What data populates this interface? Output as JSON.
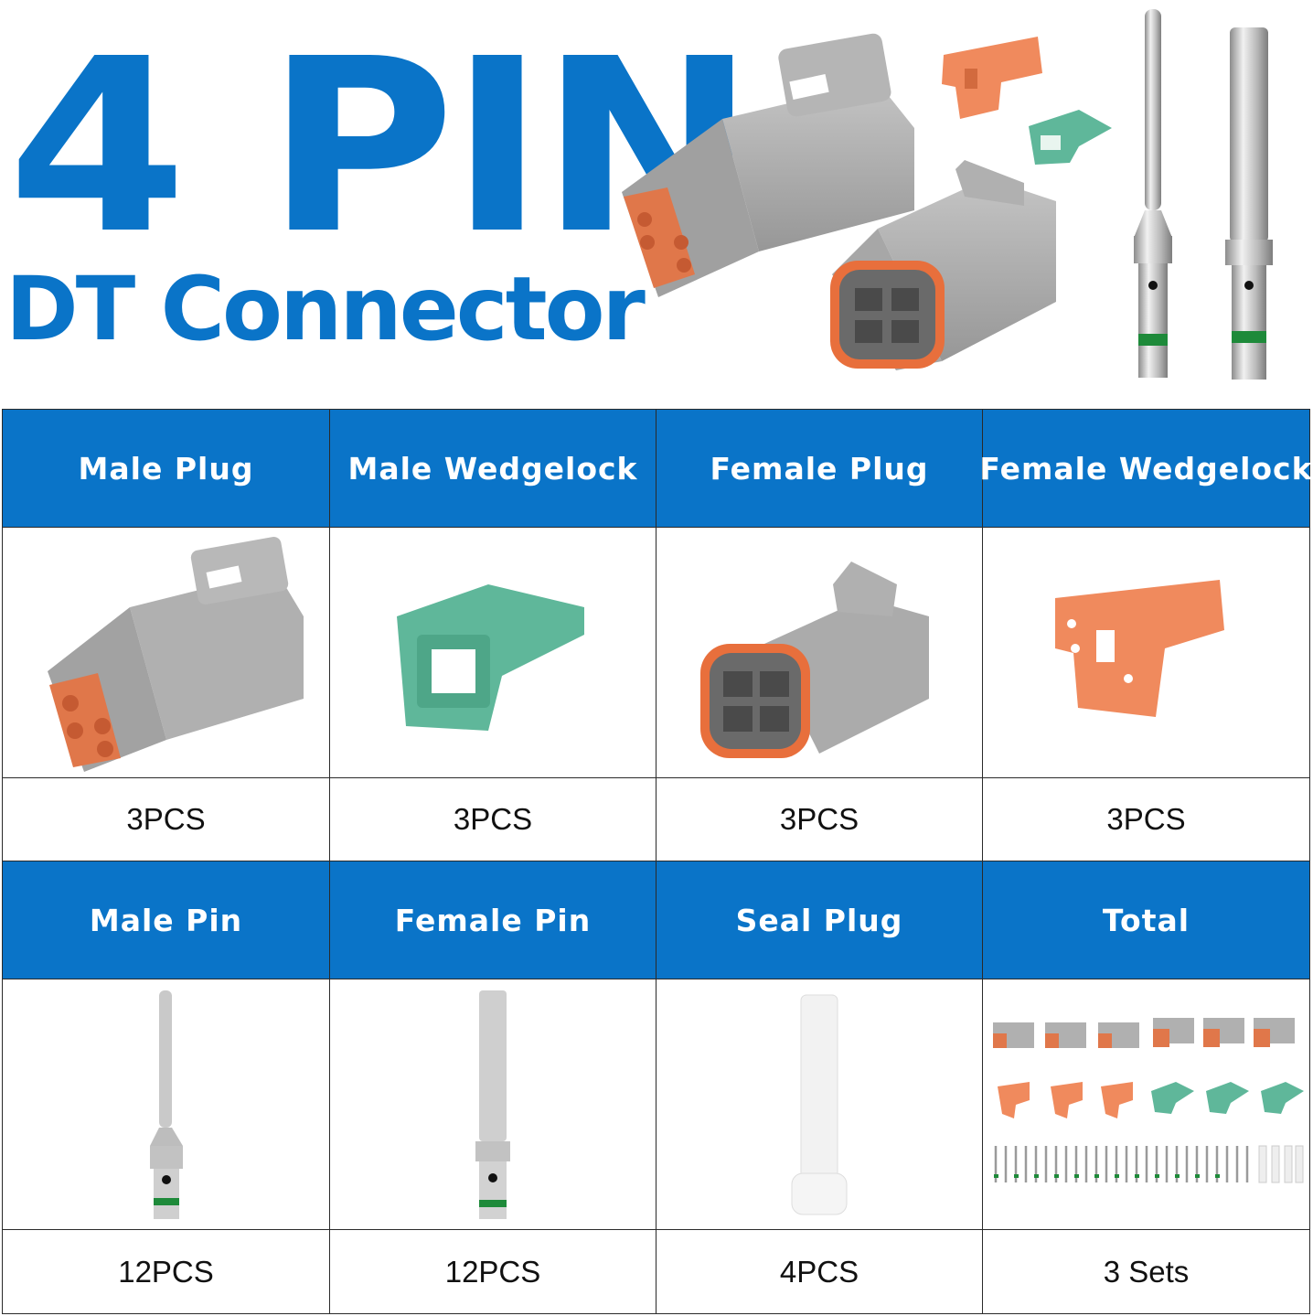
{
  "hero": {
    "title": "4 PIN",
    "subtitle": "DT Connector"
  },
  "colors": {
    "accent_blue": "#0a74c8",
    "connector_gray": "#a9a9a9",
    "seal_orange": "#f08a5d",
    "wedgelock_green": "#5fb79a",
    "pin_band_green": "#1e8a3a"
  },
  "table": {
    "rows": [
      {
        "headers": [
          "Male Plug",
          "Male Wedgelock",
          "Female Plug",
          "Female Wedgelock"
        ],
        "images": [
          "male-plug-image",
          "male-wedgelock-image",
          "female-plug-image",
          "female-wedgelock-image"
        ],
        "quantities": [
          "3PCS",
          "3PCS",
          "3PCS",
          "3PCS"
        ]
      },
      {
        "headers": [
          "Male Pin",
          "Female Pin",
          "Seal Plug",
          "Total"
        ],
        "images": [
          "male-pin-image",
          "female-pin-image",
          "seal-plug-image",
          "kit-contents-image"
        ],
        "quantities": [
          "12PCS",
          "12PCS",
          "4PCS",
          "3 Sets"
        ]
      }
    ]
  }
}
